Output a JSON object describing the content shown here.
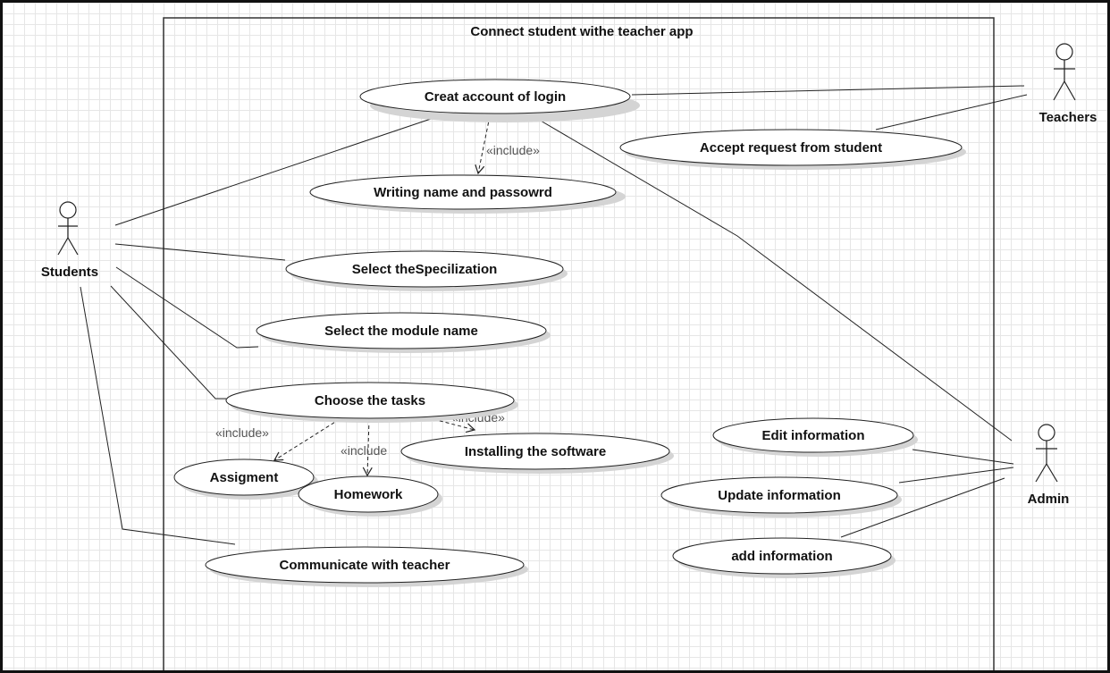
{
  "system": {
    "title": "Connect  student withe teacher app"
  },
  "actors": {
    "students": "Students",
    "teachers": "Teachers",
    "admin": "Admin"
  },
  "use_cases": {
    "login": "Creat account of login",
    "writing": "Writing name and passowrd",
    "accept": "Accept request from student",
    "specialization": "Select theSpecilization",
    "module": "Select the module name",
    "tasks": "Choose the tasks",
    "installing": "Installing the software",
    "assignment": "Assigment",
    "homework": "Homework",
    "communicate": "Communicate with teacher",
    "edit": "Edit information",
    "update": "Update information",
    "add": "add information"
  },
  "relations": {
    "include_login_writing": "«include»",
    "include_tasks_assignment": "«include»",
    "include_tasks_homework": "«include",
    "include_tasks_installing": "«include»"
  },
  "colors": {
    "line": "#222222",
    "ellipse_fill": "#ffffff",
    "shadow": "#d4d4d4",
    "grid": "#e6e6e6"
  }
}
